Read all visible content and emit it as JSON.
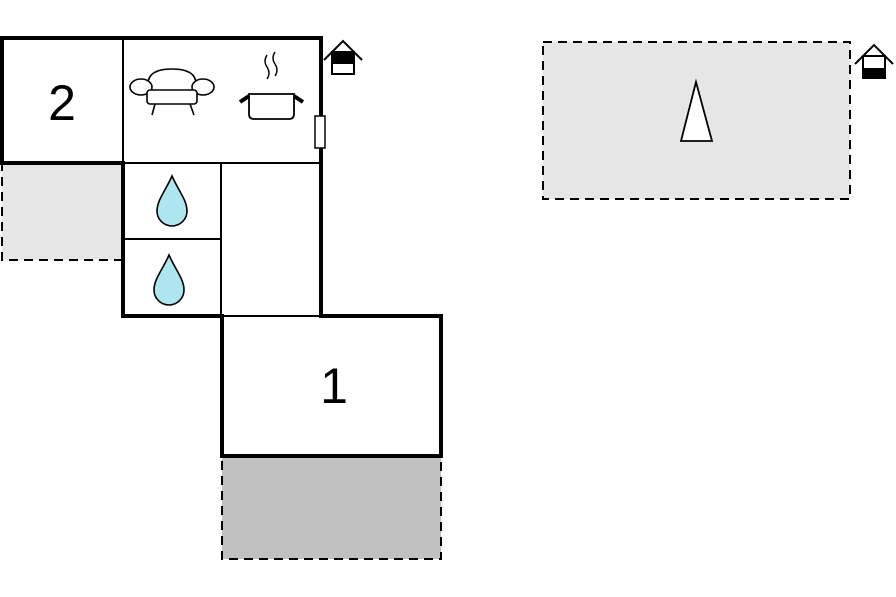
{
  "floorplan": {
    "rooms": [
      {
        "id": "bedroom-2",
        "type": "bedroom",
        "label": "2"
      },
      {
        "id": "living-kitchen",
        "type": "living-room-with-kitchen",
        "icons": [
          "sofa-icon",
          "cooking-pot-icon"
        ]
      },
      {
        "id": "bathroom-a",
        "type": "bathroom",
        "icons": [
          "water-drop-icon"
        ]
      },
      {
        "id": "bathroom-b",
        "type": "bathroom",
        "icons": [
          "water-drop-icon"
        ]
      },
      {
        "id": "hallway",
        "type": "hallway"
      },
      {
        "id": "bedroom-1",
        "type": "bedroom",
        "label": "1"
      }
    ],
    "outdoor_areas": [
      {
        "id": "terrace-left",
        "type": "terrace",
        "fill": "#e6e6e6"
      },
      {
        "id": "terrace-bottom",
        "type": "covered-terrace",
        "fill": "#c0c0c0"
      },
      {
        "id": "tent-area",
        "type": "tent",
        "fill": "#e6e6e6",
        "icons": [
          "tent-icon"
        ]
      }
    ],
    "entrances": [
      {
        "id": "entrance-house",
        "icon": "entrance-icon"
      },
      {
        "id": "entrance-tent",
        "icon": "entrance-icon"
      }
    ],
    "colors": {
      "wall": "#000000",
      "light_area": "#e6e6e6",
      "dark_area": "#c0c0c0",
      "water": "#aee6f0"
    }
  }
}
